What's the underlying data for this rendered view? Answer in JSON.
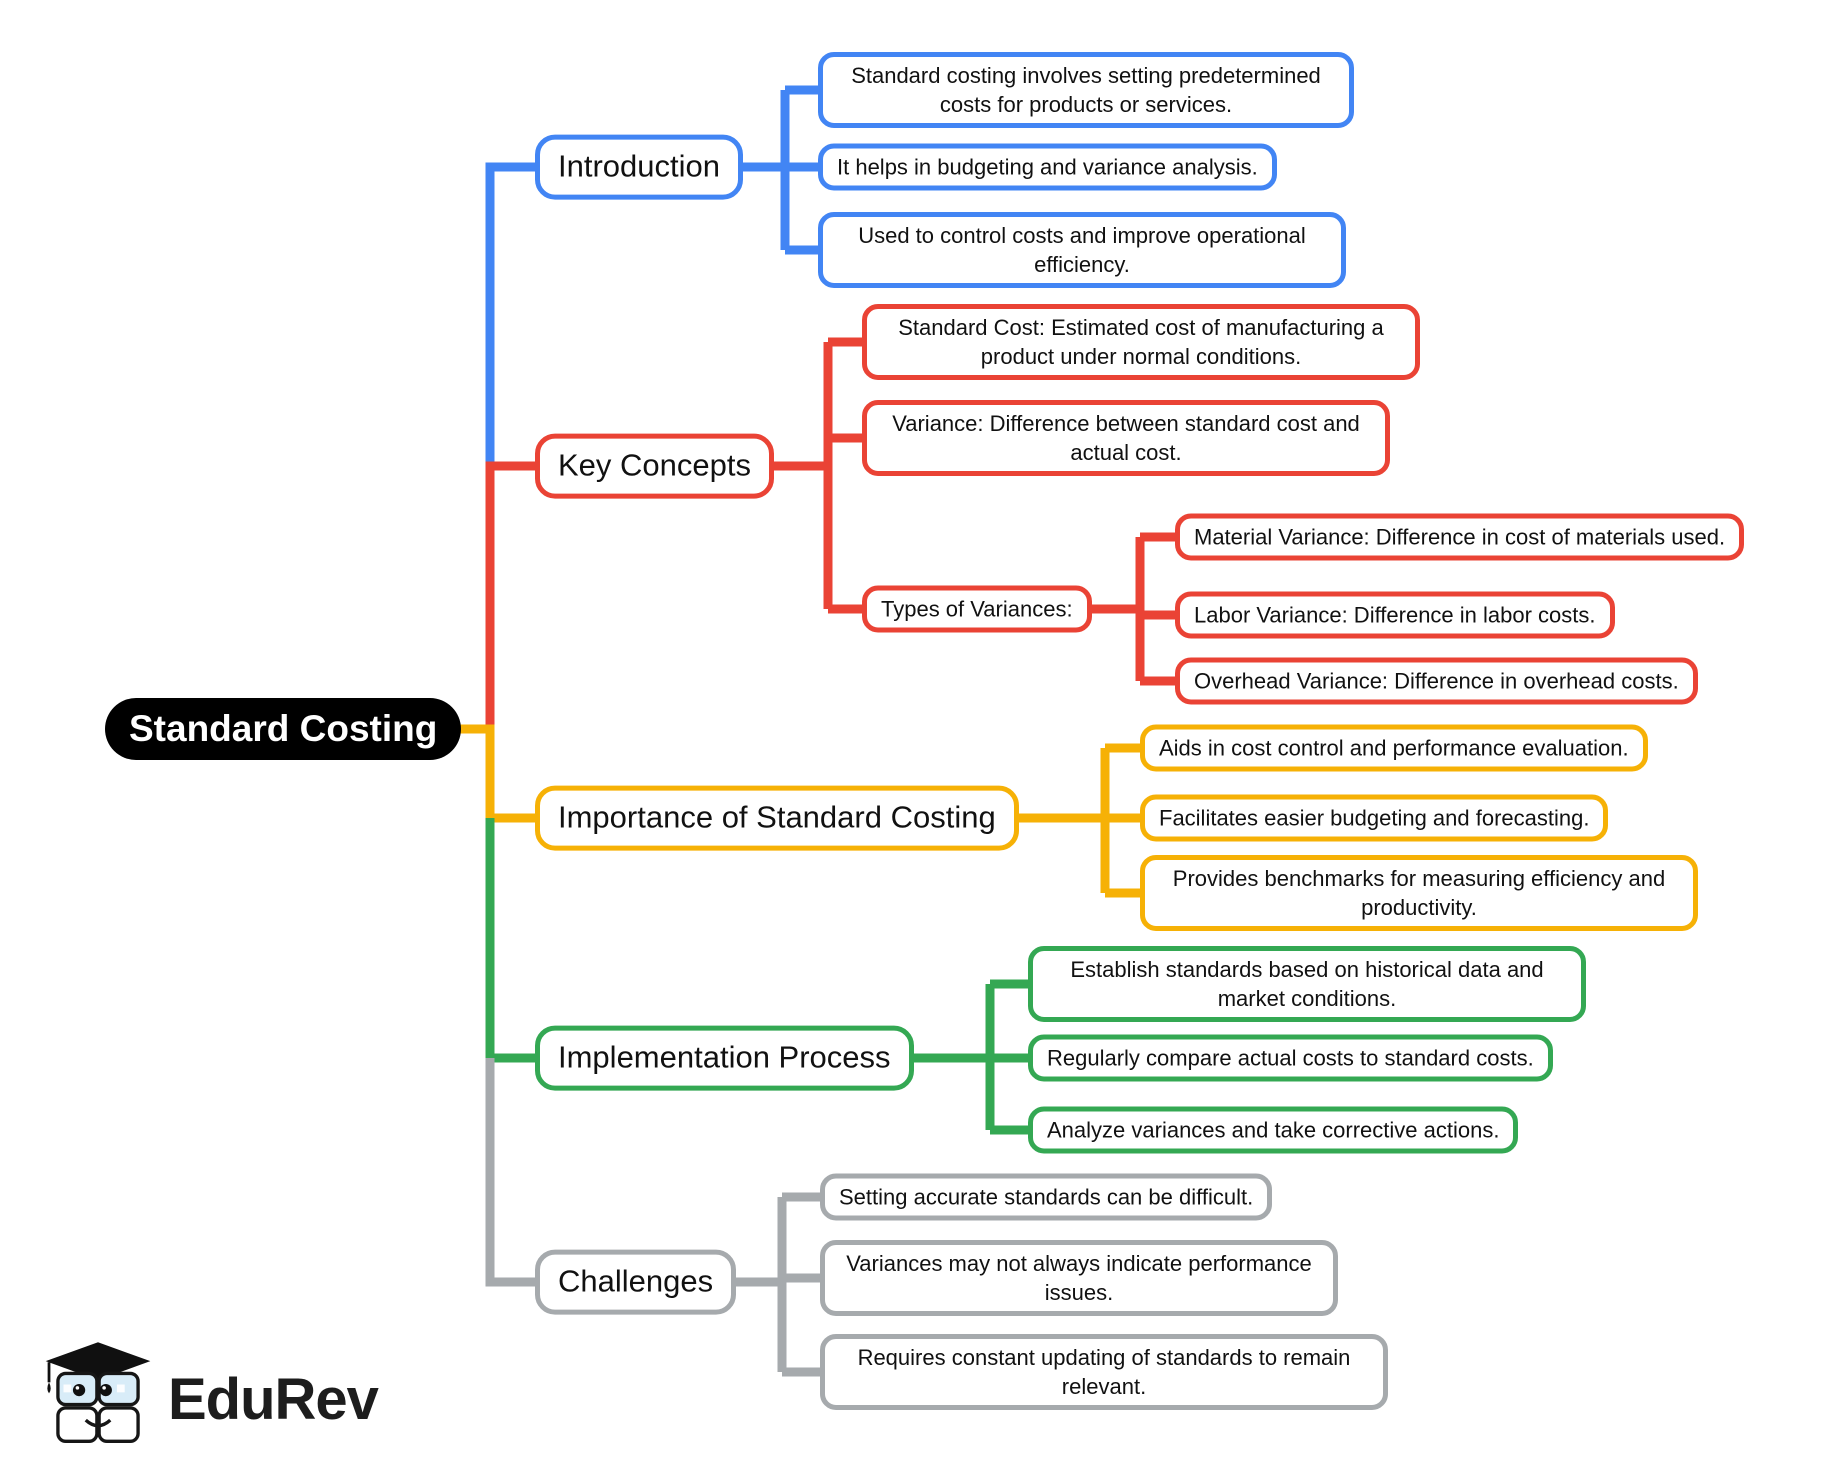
{
  "title": {
    "text": "Standard Costing"
  },
  "colors": {
    "blue": "#4285F4",
    "red": "#EA4335",
    "yellow": "#F6B106",
    "green": "#34A853",
    "gray": "#A6AAAD",
    "central_bg": "#000000",
    "central_text": "#ffffff"
  },
  "branches": [
    {
      "label": "Introduction",
      "color": "#4285F4",
      "children": [
        "Standard costing involves setting predetermined costs for products or services.",
        "It helps in budgeting and variance analysis.",
        "Used to control costs and improve operational efficiency."
      ]
    },
    {
      "label": "Key Concepts",
      "color": "#EA4335",
      "children": [
        "Standard Cost: Estimated cost of manufacturing a product under normal conditions.",
        "Variance: Difference between standard cost and actual cost.",
        {
          "label": "Types of Variances:",
          "children": [
            "Material Variance: Difference in cost of materials used.",
            "Labor Variance: Difference in labor costs.",
            "Overhead Variance: Difference in overhead costs."
          ]
        }
      ]
    },
    {
      "label": "Importance of Standard Costing",
      "color": "#F6B106",
      "children": [
        "Aids in cost control and performance evaluation.",
        "Facilitates easier budgeting and forecasting.",
        "Provides benchmarks for measuring efficiency and productivity."
      ]
    },
    {
      "label": "Implementation Process",
      "color": "#34A853",
      "children": [
        "Establish standards based on historical data and market conditions.",
        "Regularly compare actual costs to standard costs.",
        "Analyze variances and take corrective actions."
      ]
    },
    {
      "label": "Challenges",
      "color": "#A6AAAD",
      "children": [
        "Setting accurate standards can be difficult.",
        "Variances may not always indicate performance issues.",
        "Requires constant updating of standards to remain relevant."
      ]
    }
  ],
  "logo": {
    "text": "EduRev"
  }
}
